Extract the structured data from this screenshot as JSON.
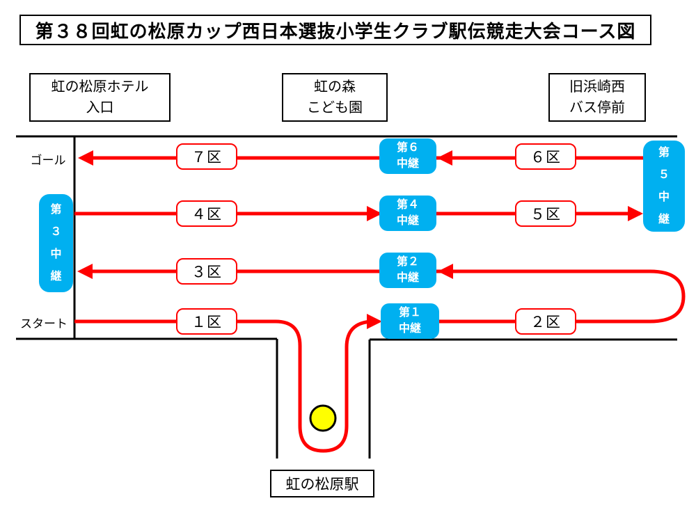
{
  "title": "第３８回虹の松原カップ西日本選抜小学生クラブ駅伝競走大会コース図",
  "landmarks": {
    "hotel": {
      "line1": "虹の松原ホテル",
      "line2": "入口"
    },
    "nursery": {
      "line1": "虹の森",
      "line2": "こども園"
    },
    "bus_stop": {
      "line1": "旧浜崎西",
      "line2": "バス停前"
    }
  },
  "course": {
    "goal_label": "ゴール",
    "start_label": "スタート",
    "station_label": "虹の松原駅",
    "legs": {
      "leg1": "１区",
      "leg2": "２区",
      "leg3": "３区",
      "leg4": "４区",
      "leg5": "５区",
      "leg6": "６区",
      "leg7": "７区"
    },
    "relays": {
      "relay1": "第１中継",
      "relay2": "第２中継",
      "relay3": "第３中継",
      "relay4": "第４中継",
      "relay5": "第５中継",
      "relay6": "第６中継"
    }
  },
  "colors": {
    "course_red": "#FF0000",
    "relay_cyan": "#00B0F0",
    "station_marker_yellow": "#FFFF00",
    "road_black": "#000000"
  }
}
